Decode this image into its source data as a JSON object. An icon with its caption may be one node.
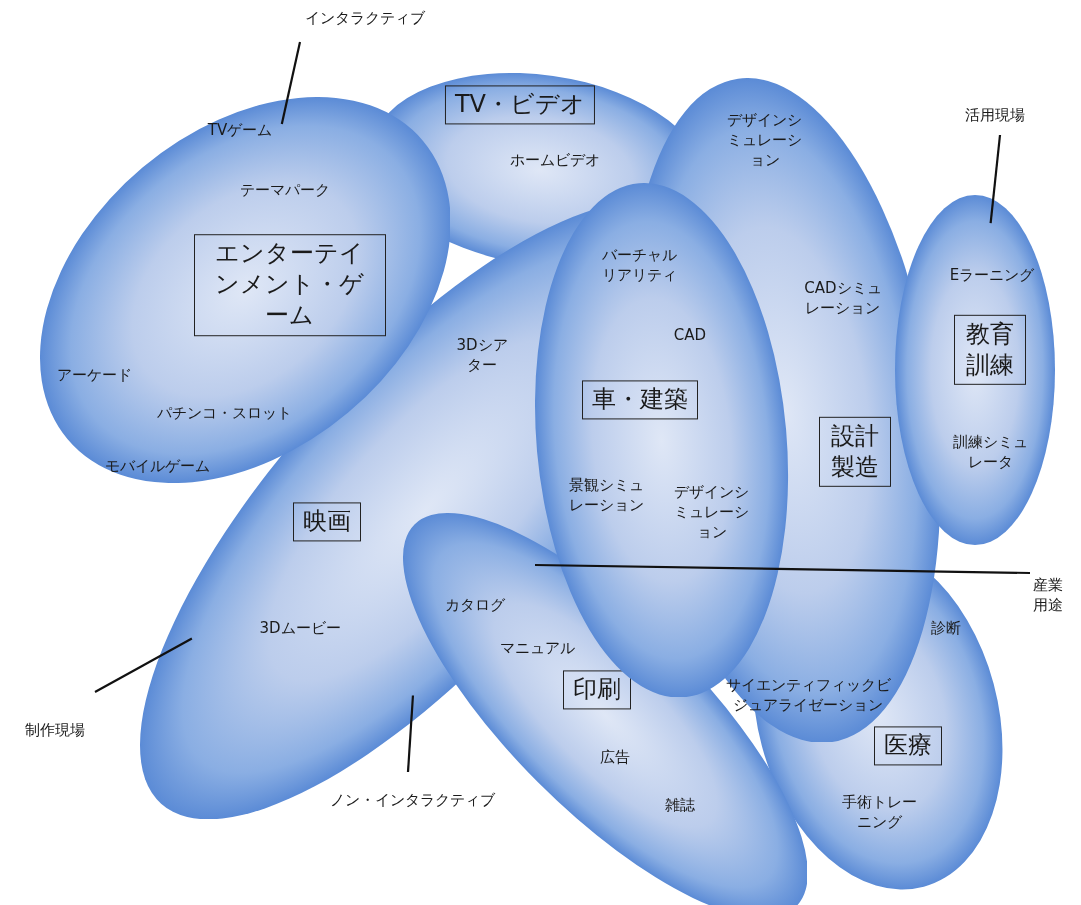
{
  "diagram": {
    "nodes": [
      {
        "text": [
          "TVゲーム",
          "テーマパーク",
          "アーケード",
          "パチンコ・スロット",
          "モバイルゲーム"
        ]
      },
      {
        "text": [
          "エンターテインメント・ゲーム"
        ],
        "in": 0
      },
      {
        "text": [
          "ホームビデオ"
        ]
      },
      {
        "text": [
          "TV・ビデオ"
        ],
        "in": 2
      },
      {
        "text": [
          "3Dシアター",
          "3Dムービー"
        ]
      },
      {
        "text": [
          "映画"
        ],
        "in": 4
      },
      {
        "text": [
          "デザインシミュレーション",
          "CADシミュレーション"
        ]
      },
      {
        "text": [
          "設計製造"
        ],
        "in": 6
      },
      {
        "text": [
          "バーチャルリアリティ",
          "CAD",
          "景観シミュレーション",
          "デザインシミュレーション"
        ]
      },
      {
        "text": [
          "車・建築"
        ]
      },
      {
        "text": [
          "Eラーニング",
          "訓練シミュレータ"
        ]
      },
      {
        "text": [
          "教育訓練"
        ],
        "in": 10
      },
      {
        "text": [
          "カタログ",
          "マニュアル",
          "広告",
          "雑誌"
        ]
      },
      {
        "text": [
          "印刷"
        ],
        "in": 12
      },
      {
        "text": [
          "診断",
          "手術トレーニング"
        ]
      },
      {
        "text": [
          "医療"
        ],
        "in": 14
      },
      {
        "text": [
          "インタラクティブ"
        ]
      },
      {
        "text": [
          "活用現場"
        ]
      },
      {
        "text": [
          "産業用途"
        ]
      },
      {
        "text": [
          "制作現場"
        ]
      },
      {
        "text": [
          "ノン・インタラクティブ"
        ]
      }
    ],
    "edges": [
      {
        "from": 16,
        "to": 0,
        "arrow": "none"
      },
      {
        "from": 17,
        "to": 10,
        "arrow": "none"
      },
      {
        "from": 18,
        "to": null,
        "arrow": "none"
      },
      {
        "from": 19,
        "to": 4,
        "arrow": "none"
      },
      {
        "from": 20,
        "to": 4,
        "arrow": "none"
      }
    ],
    "labels": [
      "サイエンティフィックビジュアライゼーション"
    ]
  }
}
